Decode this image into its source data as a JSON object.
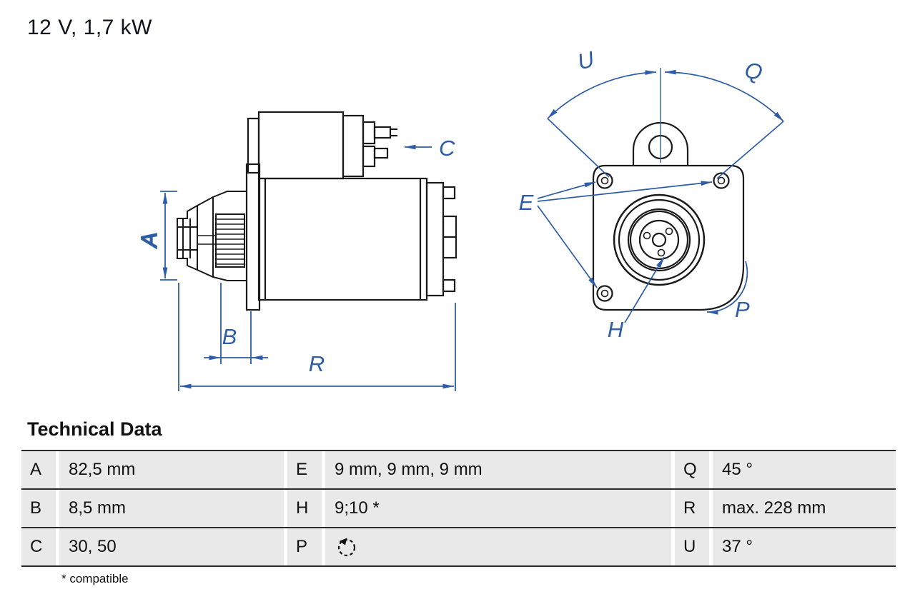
{
  "title": "12 V, 1,7 kW",
  "technical_data": {
    "heading": "Technical Data",
    "rows": [
      [
        {
          "key": "A",
          "value": "82,5 mm"
        },
        {
          "key": "E",
          "value": "9 mm, 9 mm, 9 mm"
        },
        {
          "key": "Q",
          "value": "45 °"
        }
      ],
      [
        {
          "key": "B",
          "value": "8,5 mm"
        },
        {
          "key": "H",
          "value": "9;10 *"
        },
        {
          "key": "R",
          "value": "max. 228 mm"
        }
      ],
      [
        {
          "key": "C",
          "value": "30, 50"
        },
        {
          "key": "P",
          "value": "",
          "icon": "rotation-ccw-icon"
        },
        {
          "key": "U",
          "value": "37 °"
        }
      ]
    ],
    "footnote": "* compatible"
  },
  "diagram": {
    "labels": {
      "A": "A",
      "B": "B",
      "C": "C",
      "E": "E",
      "H": "H",
      "P": "P",
      "Q": "Q",
      "R": "R",
      "U": "U"
    }
  },
  "colors": {
    "accent_blue": "#2e5ca6",
    "outline_black": "#1a1a1a",
    "table_cell_bg": "#e9e9e9",
    "table_line": "#2b2b2b"
  }
}
